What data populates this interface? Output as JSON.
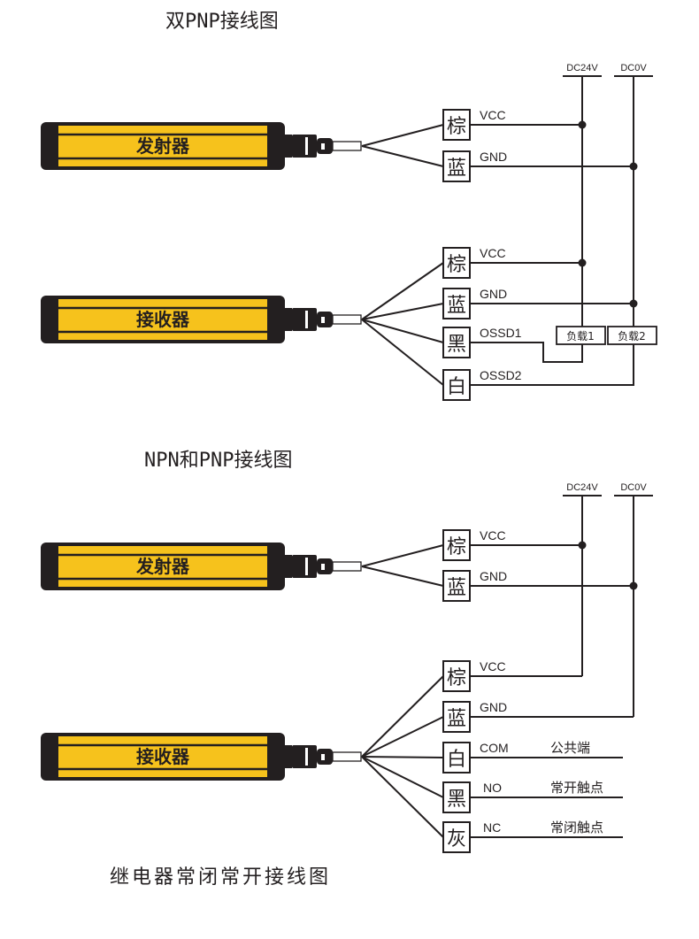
{
  "titles": {
    "dual_pnp": "双PNP接线图",
    "npn_pnp": "NPN和PNP接线图",
    "relay": "继电器常闭常开接线图"
  },
  "colors": {
    "bar_yellow": "#f6c21c",
    "bar_dark": "#231f20",
    "line": "#231f20"
  },
  "rails": {
    "dc24v": "DC24V",
    "dc0v": "DC0V"
  },
  "devices": {
    "emitter": "发射器",
    "receiver": "接收器"
  },
  "diagram1": {
    "emitter_wires": [
      {
        "color": "棕",
        "signal": "VCC"
      },
      {
        "color": "蓝",
        "signal": "GND"
      }
    ],
    "receiver_wires": [
      {
        "color": "棕",
        "signal": "VCC"
      },
      {
        "color": "蓝",
        "signal": "GND"
      },
      {
        "color": "黑",
        "signal": "OSSD1"
      },
      {
        "color": "白",
        "signal": "OSSD2"
      }
    ],
    "loads": [
      "负载1",
      "负载2"
    ]
  },
  "diagram2": {
    "emitter_wires": [
      {
        "color": "棕",
        "signal": "VCC"
      },
      {
        "color": "蓝",
        "signal": "GND"
      }
    ],
    "receiver_wires": [
      {
        "color": "棕",
        "signal": "VCC",
        "desc": ""
      },
      {
        "color": "蓝",
        "signal": "GND",
        "desc": ""
      },
      {
        "color": "白",
        "signal": "COM",
        "desc": "公共端"
      },
      {
        "color": "黑",
        "signal": "NO",
        "desc": "常开触点"
      },
      {
        "color": "灰",
        "signal": "NC",
        "desc": "常闭触点"
      }
    ]
  }
}
